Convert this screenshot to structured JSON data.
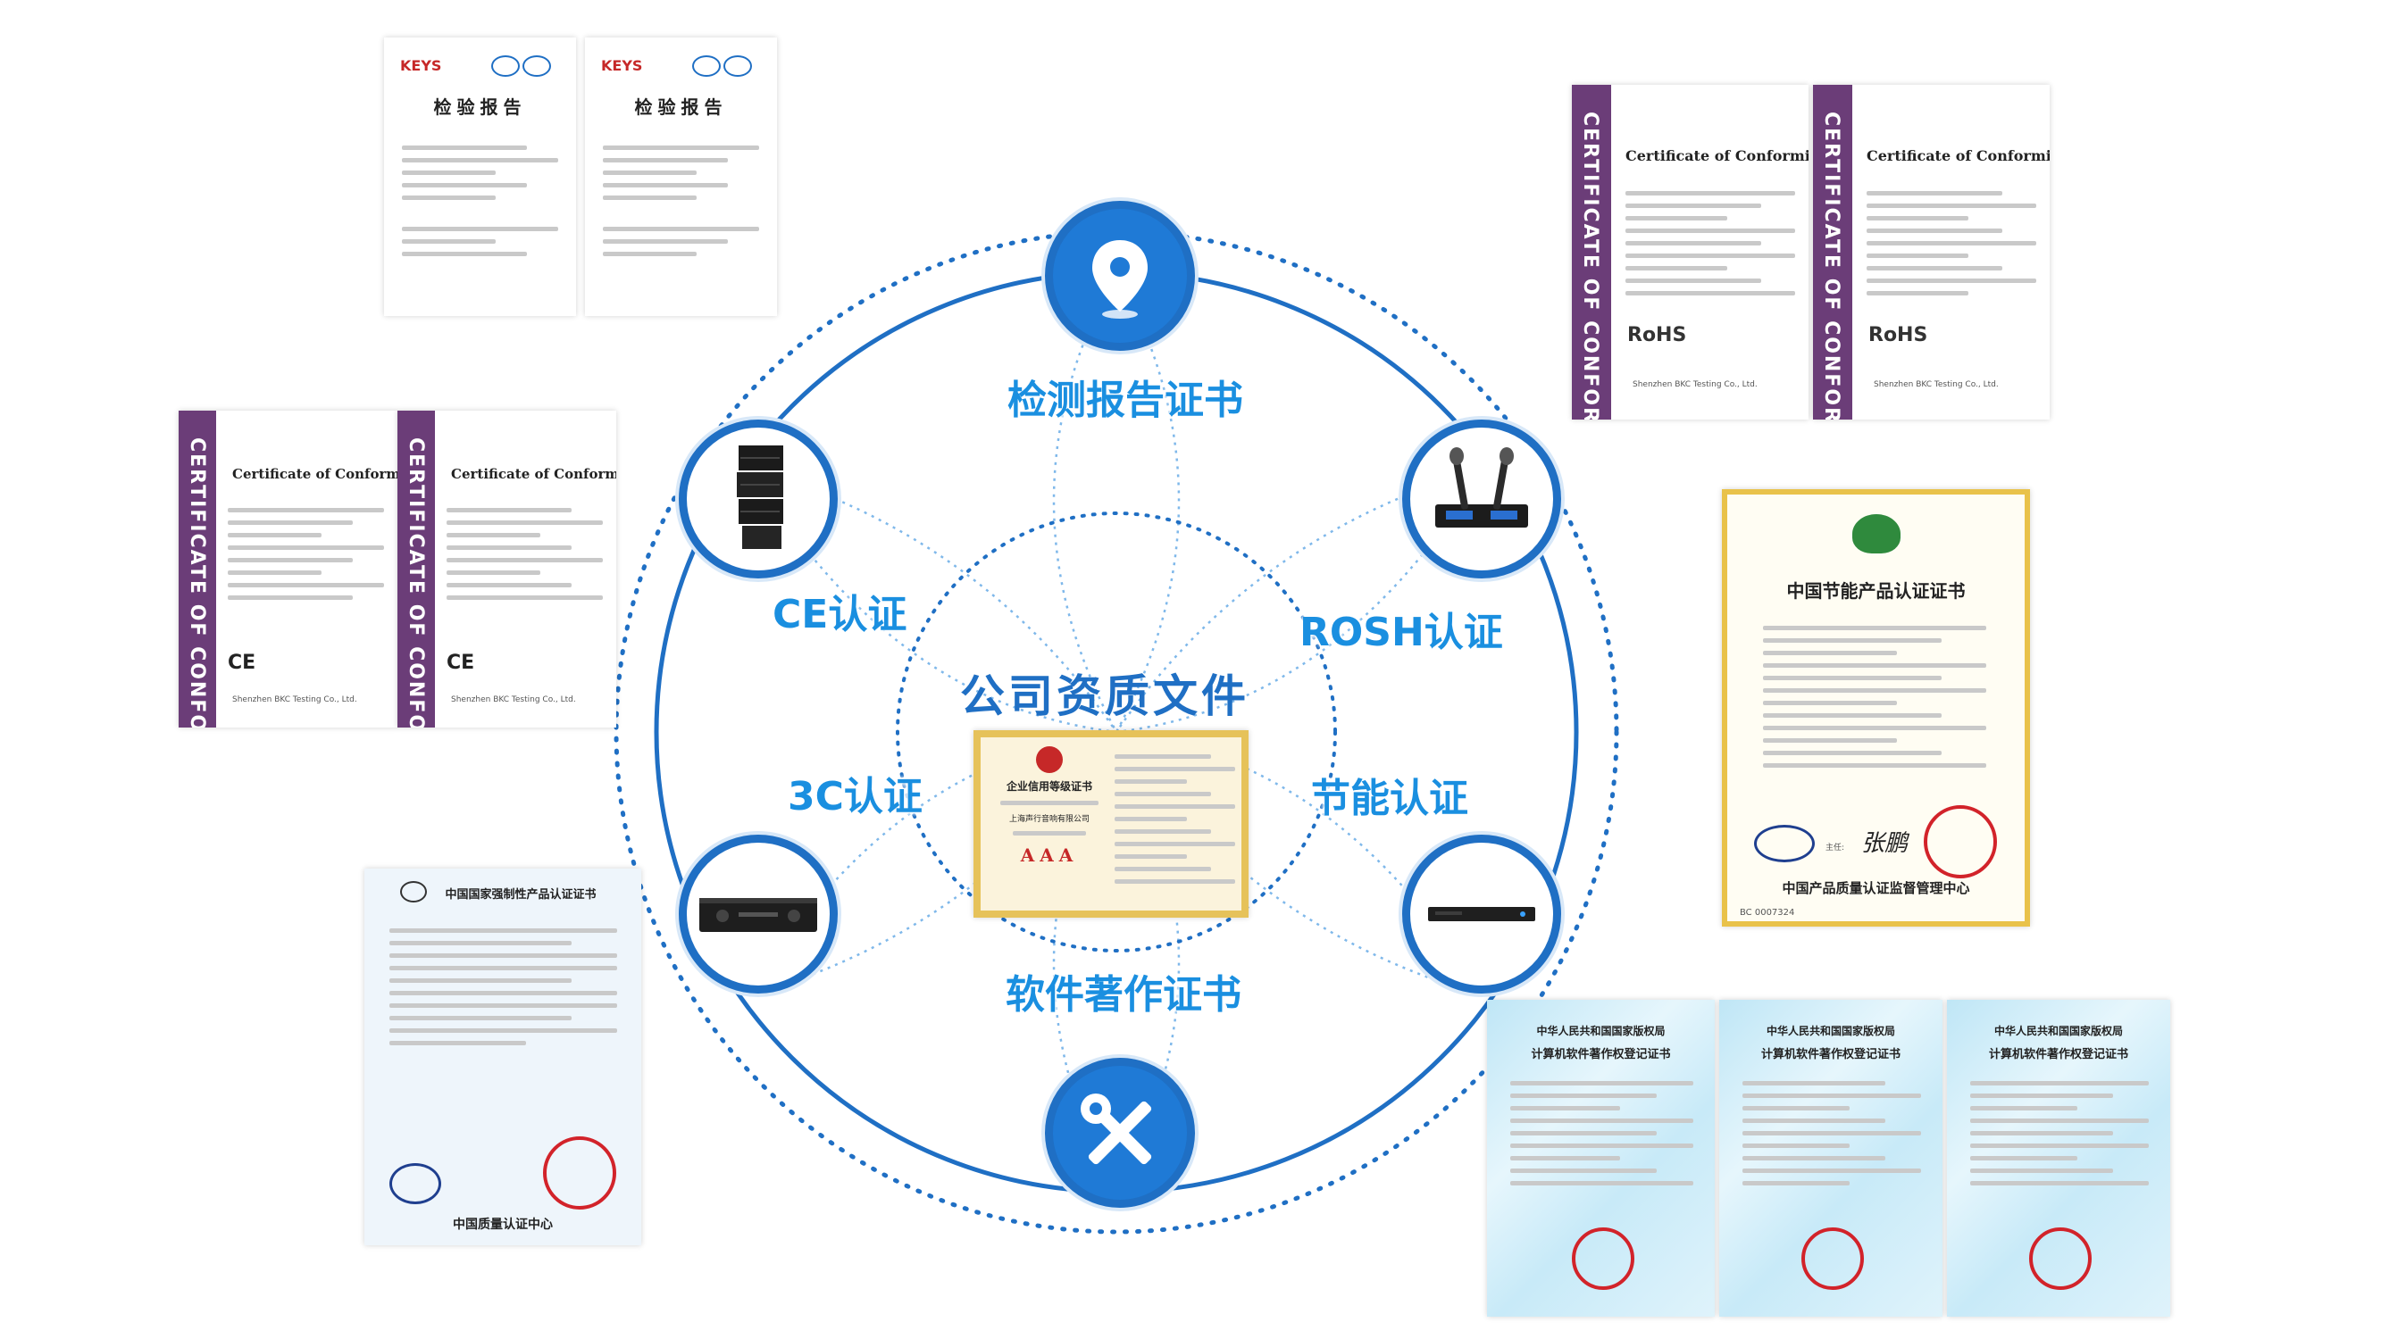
{
  "center": {
    "title": "公司资质文件"
  },
  "hub_labels": {
    "top": "检测报告证书",
    "upper_left": "CE认证",
    "upper_right": "ROSH认证",
    "lower_left": "3C认证",
    "lower_right": "节能认证",
    "bottom": "软件著作证书"
  },
  "nodes": {
    "top_icon": "location-pin-icon",
    "bottom_icon": "tools-icon",
    "upper_left_img": "line-array-speaker-image",
    "upper_right_img": "wireless-microphone-image",
    "lower_left_img": "power-amplifier-image",
    "lower_right_img": "rack-device-image"
  },
  "colors": {
    "accent": "#1f6fc4",
    "label": "#1a8fe0",
    "coc_band": "#6b3d78",
    "stamp": "#d2232a"
  },
  "documents": {
    "report1": {
      "brand": "KEYS",
      "title": "检验报告"
    },
    "report2": {
      "brand": "KEYS",
      "title": "检验报告"
    },
    "coc_band": "CERTIFICATE OF CONFORMITY",
    "coc_title": "Certificate of Conformity",
    "coc_lab": "Shenzhen BKC Testing Co., Ltd.",
    "rohs": "RoHS",
    "ce": "CE",
    "energy_title": "中国节能产品认证证书",
    "energy_issuer": "中国产品质量认证监督管理中心",
    "energy_sign_label": "主任:",
    "energy_sign": "张鹏",
    "energy_no": "BC 0007324",
    "ccc_title": "中国国家强制性产品认证证书",
    "ccc_footer": "中国质量认证中心",
    "credit_title": "企业信用等级证书",
    "credit_grade": "AAA",
    "credit_company": "上海声行音响有限公司",
    "soft_head": "中华人民共和国国家版权局",
    "soft_title": "计算机软件著作权登记证书"
  }
}
